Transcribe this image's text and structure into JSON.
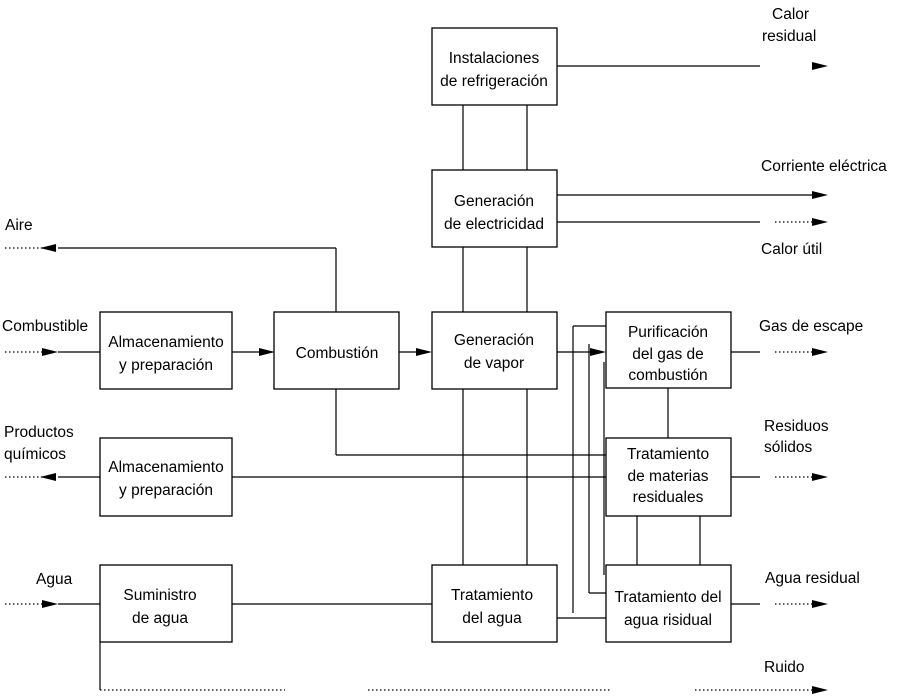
{
  "boxes": {
    "refrigeracion": [
      "Instalaciones",
      "de refrigeración"
    ],
    "electricidad": [
      "Generación",
      "de electricidad"
    ],
    "almacenamiento_combustible": [
      "Almacenamiento",
      "y preparación"
    ],
    "combustion": [
      "Combustión"
    ],
    "vapor": [
      "Generación",
      "de vapor"
    ],
    "purificacion": [
      "Purificación",
      "del gas de",
      "combustión"
    ],
    "almacenamiento_quimicos": [
      "Almacenamiento",
      "y preparación"
    ],
    "materias_residuales": [
      "Tratamiento",
      "de materias",
      "residuales"
    ],
    "suministro_agua": [
      "Suministro",
      "de agua"
    ],
    "tratamiento_agua": [
      "Tratamiento",
      "del agua"
    ],
    "agua_residual_tratamiento": [
      "Tratamiento del",
      "agua risidual"
    ]
  },
  "inputs": {
    "aire": [
      "Aire"
    ],
    "combustible": [
      "Combustible"
    ],
    "quimicos": [
      "Productos",
      "químicos"
    ],
    "agua": [
      "Agua"
    ]
  },
  "outputs": {
    "calor_residual": [
      "Calor",
      "residual"
    ],
    "corriente": [
      "Corriente eléctrica"
    ],
    "calor_util": [
      "Calor útil"
    ],
    "gas_escape": [
      "Gas de escape"
    ],
    "residuos": [
      "Residuos",
      "sólidos"
    ],
    "agua_residual": [
      "Agua residual"
    ],
    "ruido": [
      "Ruido"
    ]
  }
}
